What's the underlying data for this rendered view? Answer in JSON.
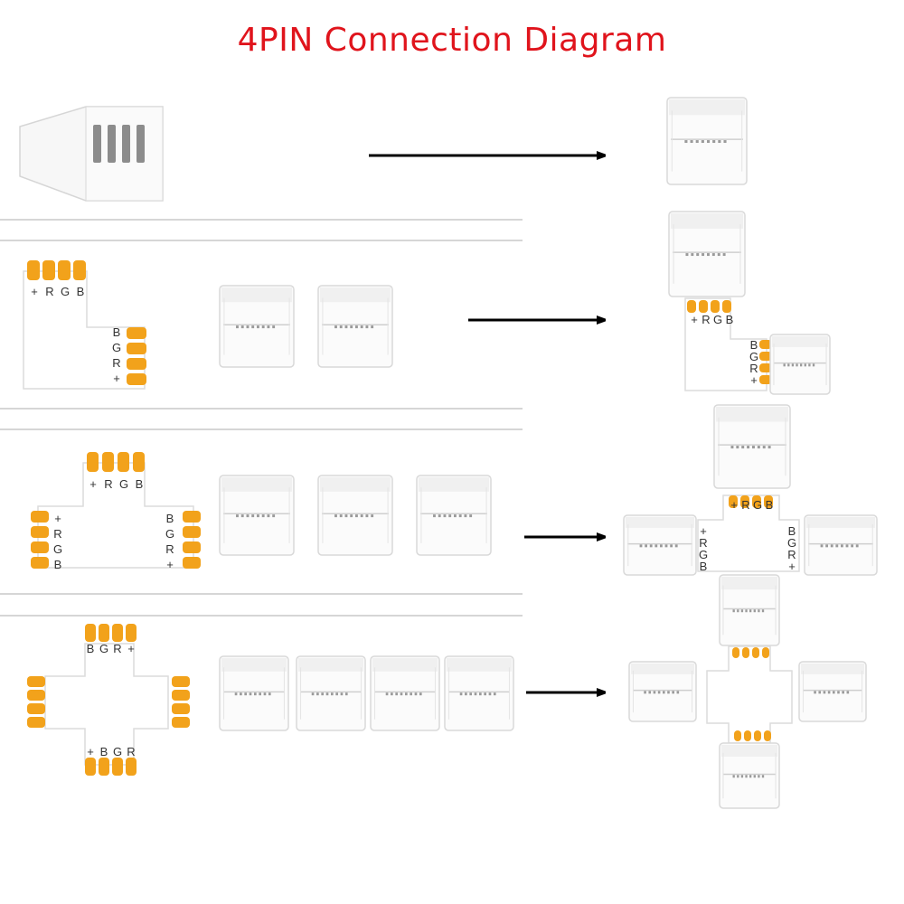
{
  "title": "4PIN Connection Diagram",
  "colors": {
    "title": "#e0141c",
    "pad": "#f2a21b",
    "board": "#ffffff",
    "board_stroke": "#dcdcdc",
    "arrow": "#000000",
    "divider": "#d6d6d6"
  },
  "pin_labels": {
    "top": [
      "+",
      "R",
      "G",
      "B"
    ],
    "right": [
      "B",
      "G",
      "R",
      "+"
    ],
    "left": [
      "+",
      "R",
      "G",
      "B"
    ],
    "cross_top": [
      "B",
      "G",
      "R",
      "+"
    ],
    "cross_bottom": [
      "+",
      "B",
      "G",
      "R"
    ]
  },
  "rows": [
    {
      "name": "clip-connector-row",
      "parts": [
        "clip-connector"
      ],
      "result": "joined-connector"
    },
    {
      "name": "l-shape-row",
      "parts": [
        "l-board",
        "clip-connector",
        "clip-connector"
      ],
      "result": "l-assembly"
    },
    {
      "name": "t-shape-row",
      "parts": [
        "t-board",
        "clip-connector",
        "clip-connector",
        "clip-connector"
      ],
      "result": "t-assembly"
    },
    {
      "name": "x-shape-row",
      "parts": [
        "x-board",
        "clip-connector",
        "clip-connector",
        "clip-connector",
        "clip-connector"
      ],
      "result": "x-assembly"
    }
  ],
  "icons": [
    "arrow-right-icon"
  ]
}
